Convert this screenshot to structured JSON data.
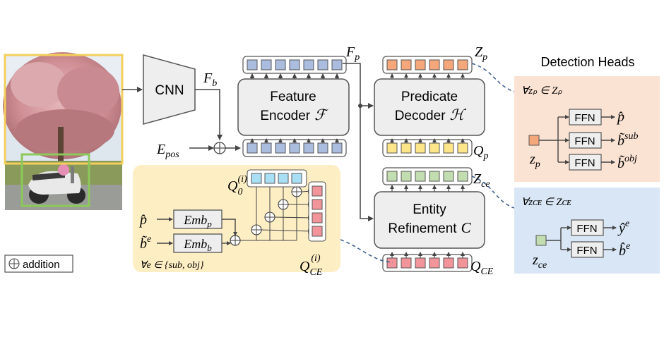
{
  "modules": {
    "cnn": "CNN",
    "encoder": [
      "Feature",
      "Encoder"
    ],
    "encoder_sym": "ℱ",
    "decoder": [
      "Predicate",
      "Decoder"
    ],
    "decoder_sym": "ℋ",
    "refine": [
      "Entity",
      "Refinement"
    ],
    "refine_sym": "C"
  },
  "labels": {
    "fb": "F",
    "fb_sub": "b",
    "fp": "F",
    "fp_sub": "p",
    "zp": "Z",
    "zp_sub": "p",
    "qp": "Q",
    "qp_sub": "p",
    "zce": "Z",
    "zce_sub": "ce",
    "qce": "Q",
    "qce_sub": "CE",
    "epos": "E",
    "epos_sub": "pos",
    "q0": "Q",
    "q0_sub": "0",
    "q0_sup": "(i)",
    "qcei": "Q",
    "qcei_sub": "CE",
    "qcei_sup": "(i)",
    "p_hat": "p̂",
    "b_tilde": "b̃",
    "b_sup": "e",
    "emb": "Emb",
    "emb_p_sub": "p",
    "emb_b_sub": "b",
    "forall_e": "∀e ∈ {sub, obj}"
  },
  "heads": {
    "title": "Detection Heads",
    "pred": {
      "condition": "∀zₚ ∈ Zₚ",
      "input": "z",
      "input_sub": "p",
      "ffn": "FFN",
      "out1": "p̂",
      "out2": "b̃",
      "out2_sup": "sub",
      "out3": "b̃",
      "out3_sup": "obj"
    },
    "ent": {
      "condition": "∀zᴄᴇ ∈ Zᴄᴇ",
      "input": "z",
      "input_sub": "ce",
      "ffn": "FFN",
      "out1": "ŷ",
      "out1_sup": "e",
      "out2": "b̂",
      "out2_sup": "e"
    }
  },
  "legend": {
    "symbol": "⊕",
    "text": "addition"
  },
  "colors": {
    "module_fill": "#eeeeee",
    "token_blue": "#aabddf",
    "token_orange": "#f5a77c",
    "token_yellow": "#fde58a",
    "token_green": "#c2ddb0",
    "token_red": "#f2959a",
    "token_cyan": "#a9dff5",
    "panel_peach": "#fbe3d3",
    "panel_blue": "#d8e6f5",
    "panel_query": "#fdeec4",
    "image_box_yellow": "#f4cf5c",
    "image_box_green": "#8cc85a"
  }
}
